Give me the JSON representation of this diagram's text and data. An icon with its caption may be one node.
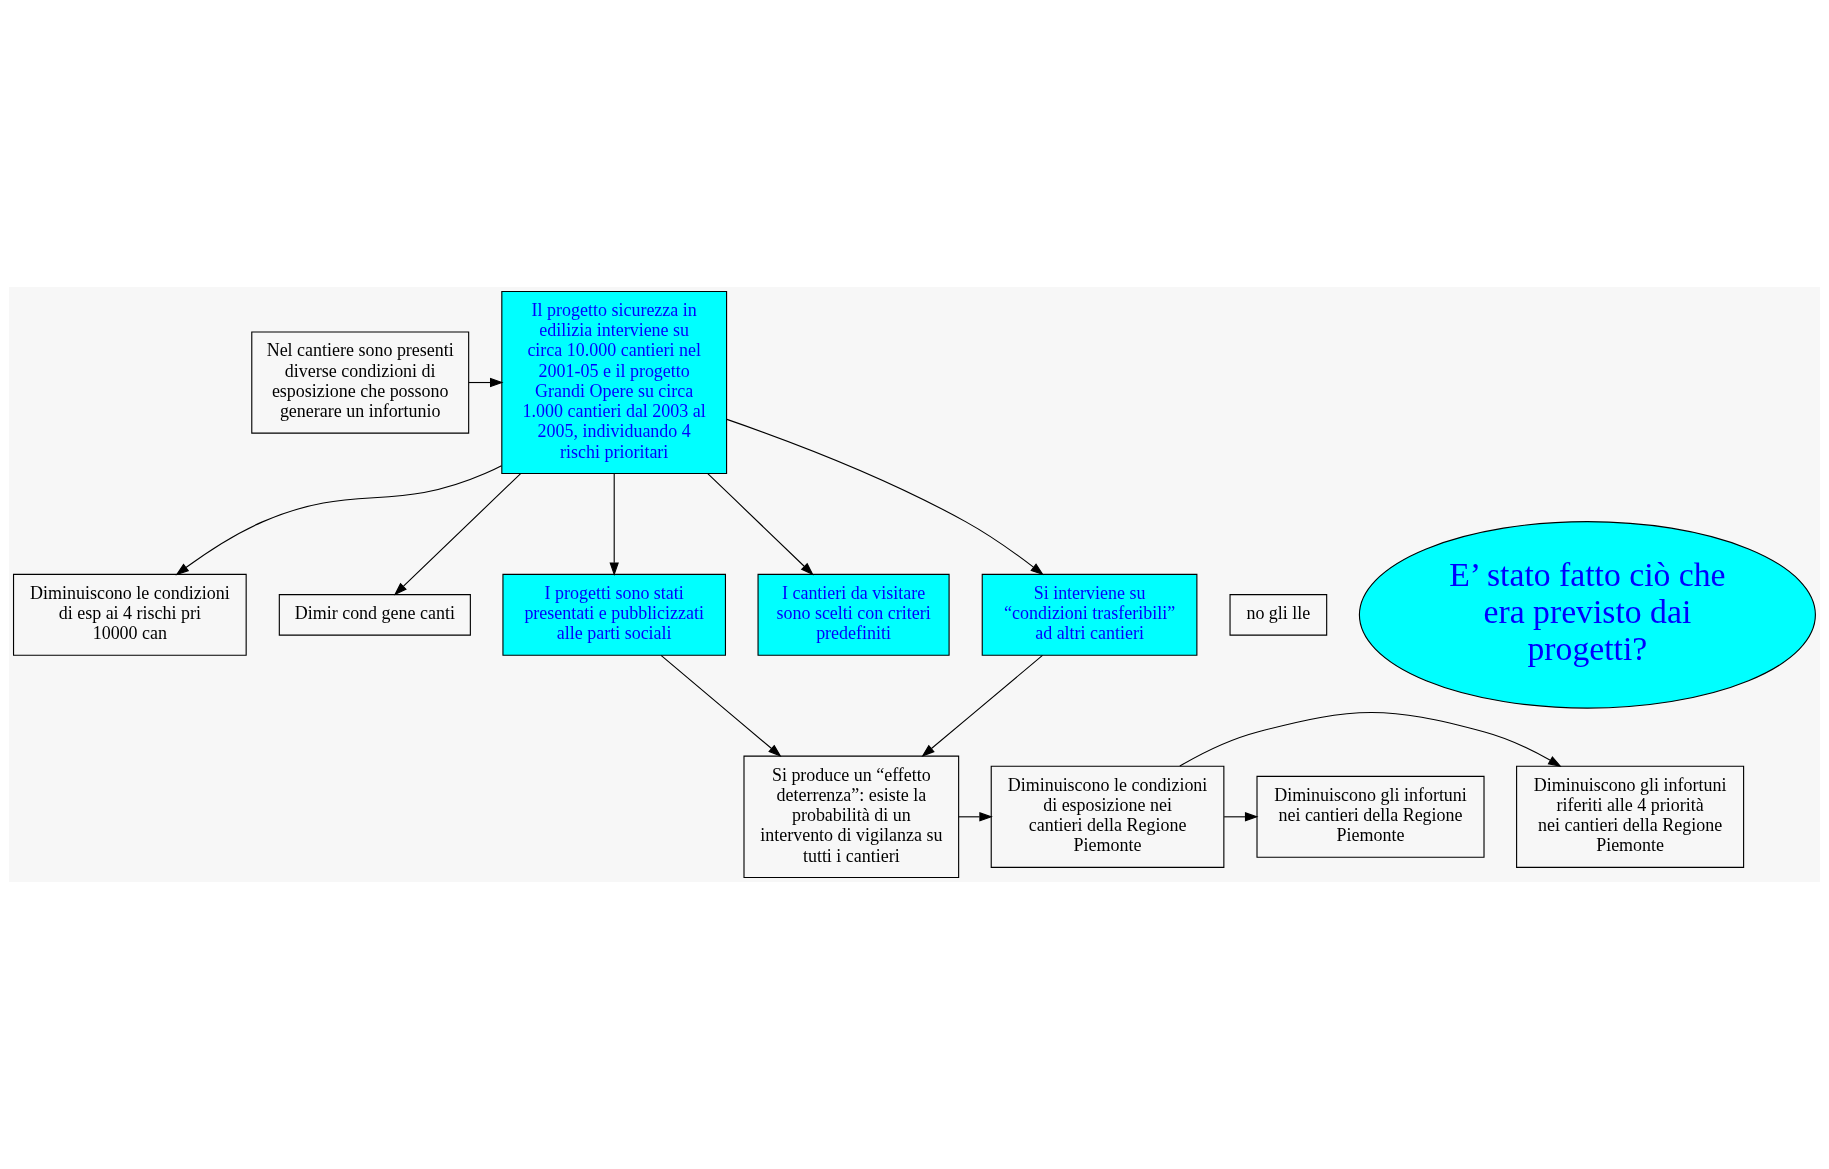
{
  "diagram": {
    "nodes": [
      {
        "text": [
          "Nel cantiere sono presenti diverse condizioni di esposizione che possono generare un infortunio"
        ]
      },
      {
        "text": [
          "Il progetto sicurezza in edilizia interviene su circa 10.000 cantieri nel 2001-05 e il progetto Grandi Opere su circa 1.000 cantieri dal 2003 al 2005, individuando 4 rischi prioritari"
        ]
      },
      {
        "text": [
          "Diminuiscono le condizioni di esp ai 4 rischi pri 10000 can"
        ]
      },
      {
        "text": [
          "no gli lle"
        ]
      },
      {
        "text": [
          "Dimir cond gene canti"
        ]
      },
      {
        "text": [
          "E’ stato fatto ciò che era previsto dai progetti?"
        ]
      },
      {
        "text": [
          "I progetti sono stati presentati e pubblicizzati alle parti sociali"
        ]
      },
      {
        "text": [
          "I cantieri da visitare sono scelti con criteri predefiniti"
        ]
      },
      {
        "text": [
          "Si interviene su “condizioni trasferibili” ad altri cantieri"
        ]
      },
      {
        "text": [
          "Si produce un “effetto deterrenza”: esiste la probabilità di un intervento di vigilanza su tutti i cantieri"
        ]
      },
      {
        "text": [
          "Diminuiscono le condizioni di esposizione nei cantieri della Regione Piemonte"
        ]
      },
      {
        "text": [
          "Diminuiscono gli infortuni riferiti alle 4 priorità nei cantieri della Regione Piemonte"
        ]
      },
      {
        "text": [
          "Diminuiscono gli infortuni nei cantieri della Regione Piemonte"
        ]
      }
    ],
    "edges": [
      {
        "from": 0,
        "to": 1,
        "arrow": "to"
      },
      {
        "from": 1,
        "to": 2,
        "arrow": "to"
      },
      {
        "from": 1,
        "to": 4,
        "arrow": "to"
      },
      {
        "from": 1,
        "to": 6,
        "arrow": "to"
      },
      {
        "from": 1,
        "to": 7,
        "arrow": "to"
      },
      {
        "from": 1,
        "to": 8,
        "arrow": "to"
      },
      {
        "from": 8,
        "to": 9,
        "arrow": "to"
      },
      {
        "from": 6,
        "to": 9,
        "arrow": "to"
      },
      {
        "from": 9,
        "to": 10,
        "arrow": "to"
      },
      {
        "from": 10,
        "to": 11,
        "arrow": "to"
      },
      {
        "from": 10,
        "to": 12,
        "arrow": "to"
      }
    ]
  }
}
